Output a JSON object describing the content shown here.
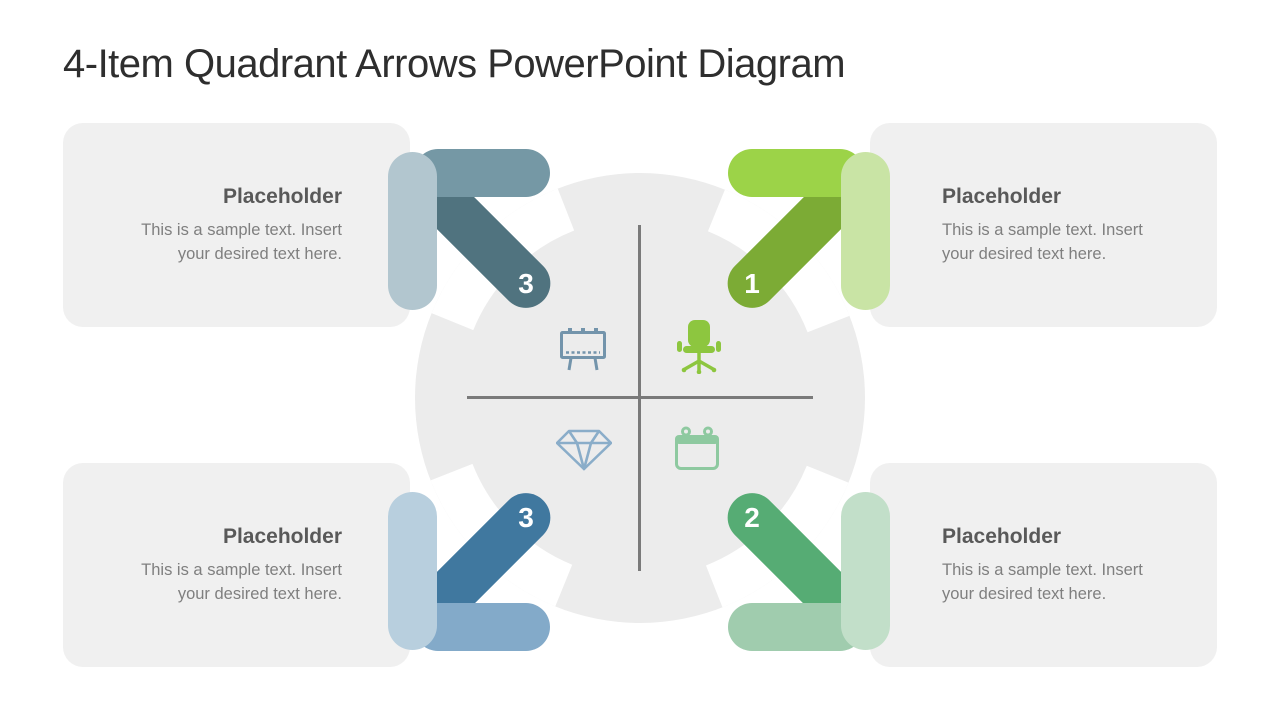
{
  "slide": {
    "title": "4-Item Quadrant Arrows PowerPoint Diagram"
  },
  "cards": [
    {
      "position": "top-left",
      "heading": "Placeholder",
      "body": "This is a sample text. Insert your desired text here."
    },
    {
      "position": "top-right",
      "heading": "Placeholder",
      "body": "This is a sample text. Insert your desired text here."
    },
    {
      "position": "bottom-left",
      "heading": "Placeholder",
      "body": "This is a sample text. Insert your desired text here."
    },
    {
      "position": "bottom-right",
      "heading": "Placeholder",
      "body": "This is a sample text. Insert your desired text here."
    }
  ],
  "arrows": [
    {
      "position": "top-left",
      "number": "3",
      "direction": "up-left",
      "color_light": "#b2c6cf",
      "color_mid": "#7598a5",
      "color_dark": "#50737f"
    },
    {
      "position": "top-right",
      "number": "1",
      "direction": "up-right",
      "color_light": "#c9e4a5",
      "color_mid": "#9cd348",
      "color_dark": "#7cab35"
    },
    {
      "position": "bottom-left",
      "number": "3",
      "direction": "down-left",
      "color_light": "#b8cfde",
      "color_mid": "#83aac9",
      "color_dark": "#40789f"
    },
    {
      "position": "bottom-right",
      "number": "2",
      "direction": "down-right",
      "color_light": "#c2dfc9",
      "color_mid": "#a0ccae",
      "color_dark": "#56ac74"
    }
  ],
  "quadrant_icons": [
    {
      "name": "billboard-icon",
      "quadrant": "top-left",
      "color": "#7394ab"
    },
    {
      "name": "chair-icon",
      "quadrant": "top-right",
      "color": "#8dc63f"
    },
    {
      "name": "diamond-icon",
      "quadrant": "bottom-left",
      "color": "#8aadc9"
    },
    {
      "name": "calendar-icon",
      "quadrant": "bottom-right",
      "color": "#8ec9a0"
    }
  ],
  "theme": {
    "title_color": "#2e2e2e",
    "heading_color": "#595959",
    "body_color": "#7f7f7f",
    "card_bg": "#f0f0f0",
    "circle_bg": "#ececec",
    "line_color": "#7a7a7a",
    "teal_light": "#b2c6cf",
    "teal_mid": "#7598a5",
    "teal_dark": "#50737f",
    "lime_light": "#c9e4a5",
    "lime_bright": "#9cd348",
    "lime_dark": "#7cab35",
    "blue_light": "#b8cfde",
    "blue_mid": "#83aac9",
    "blue_dark": "#40789f",
    "green_light": "#c2dfc9",
    "green_mid": "#a0ccae",
    "green_dark": "#56ac74",
    "icon_billboard": "#7394ab",
    "icon_chair": "#8dc63f",
    "icon_diamond": "#8aadc9",
    "icon_calendar": "#8ec9a0"
  }
}
